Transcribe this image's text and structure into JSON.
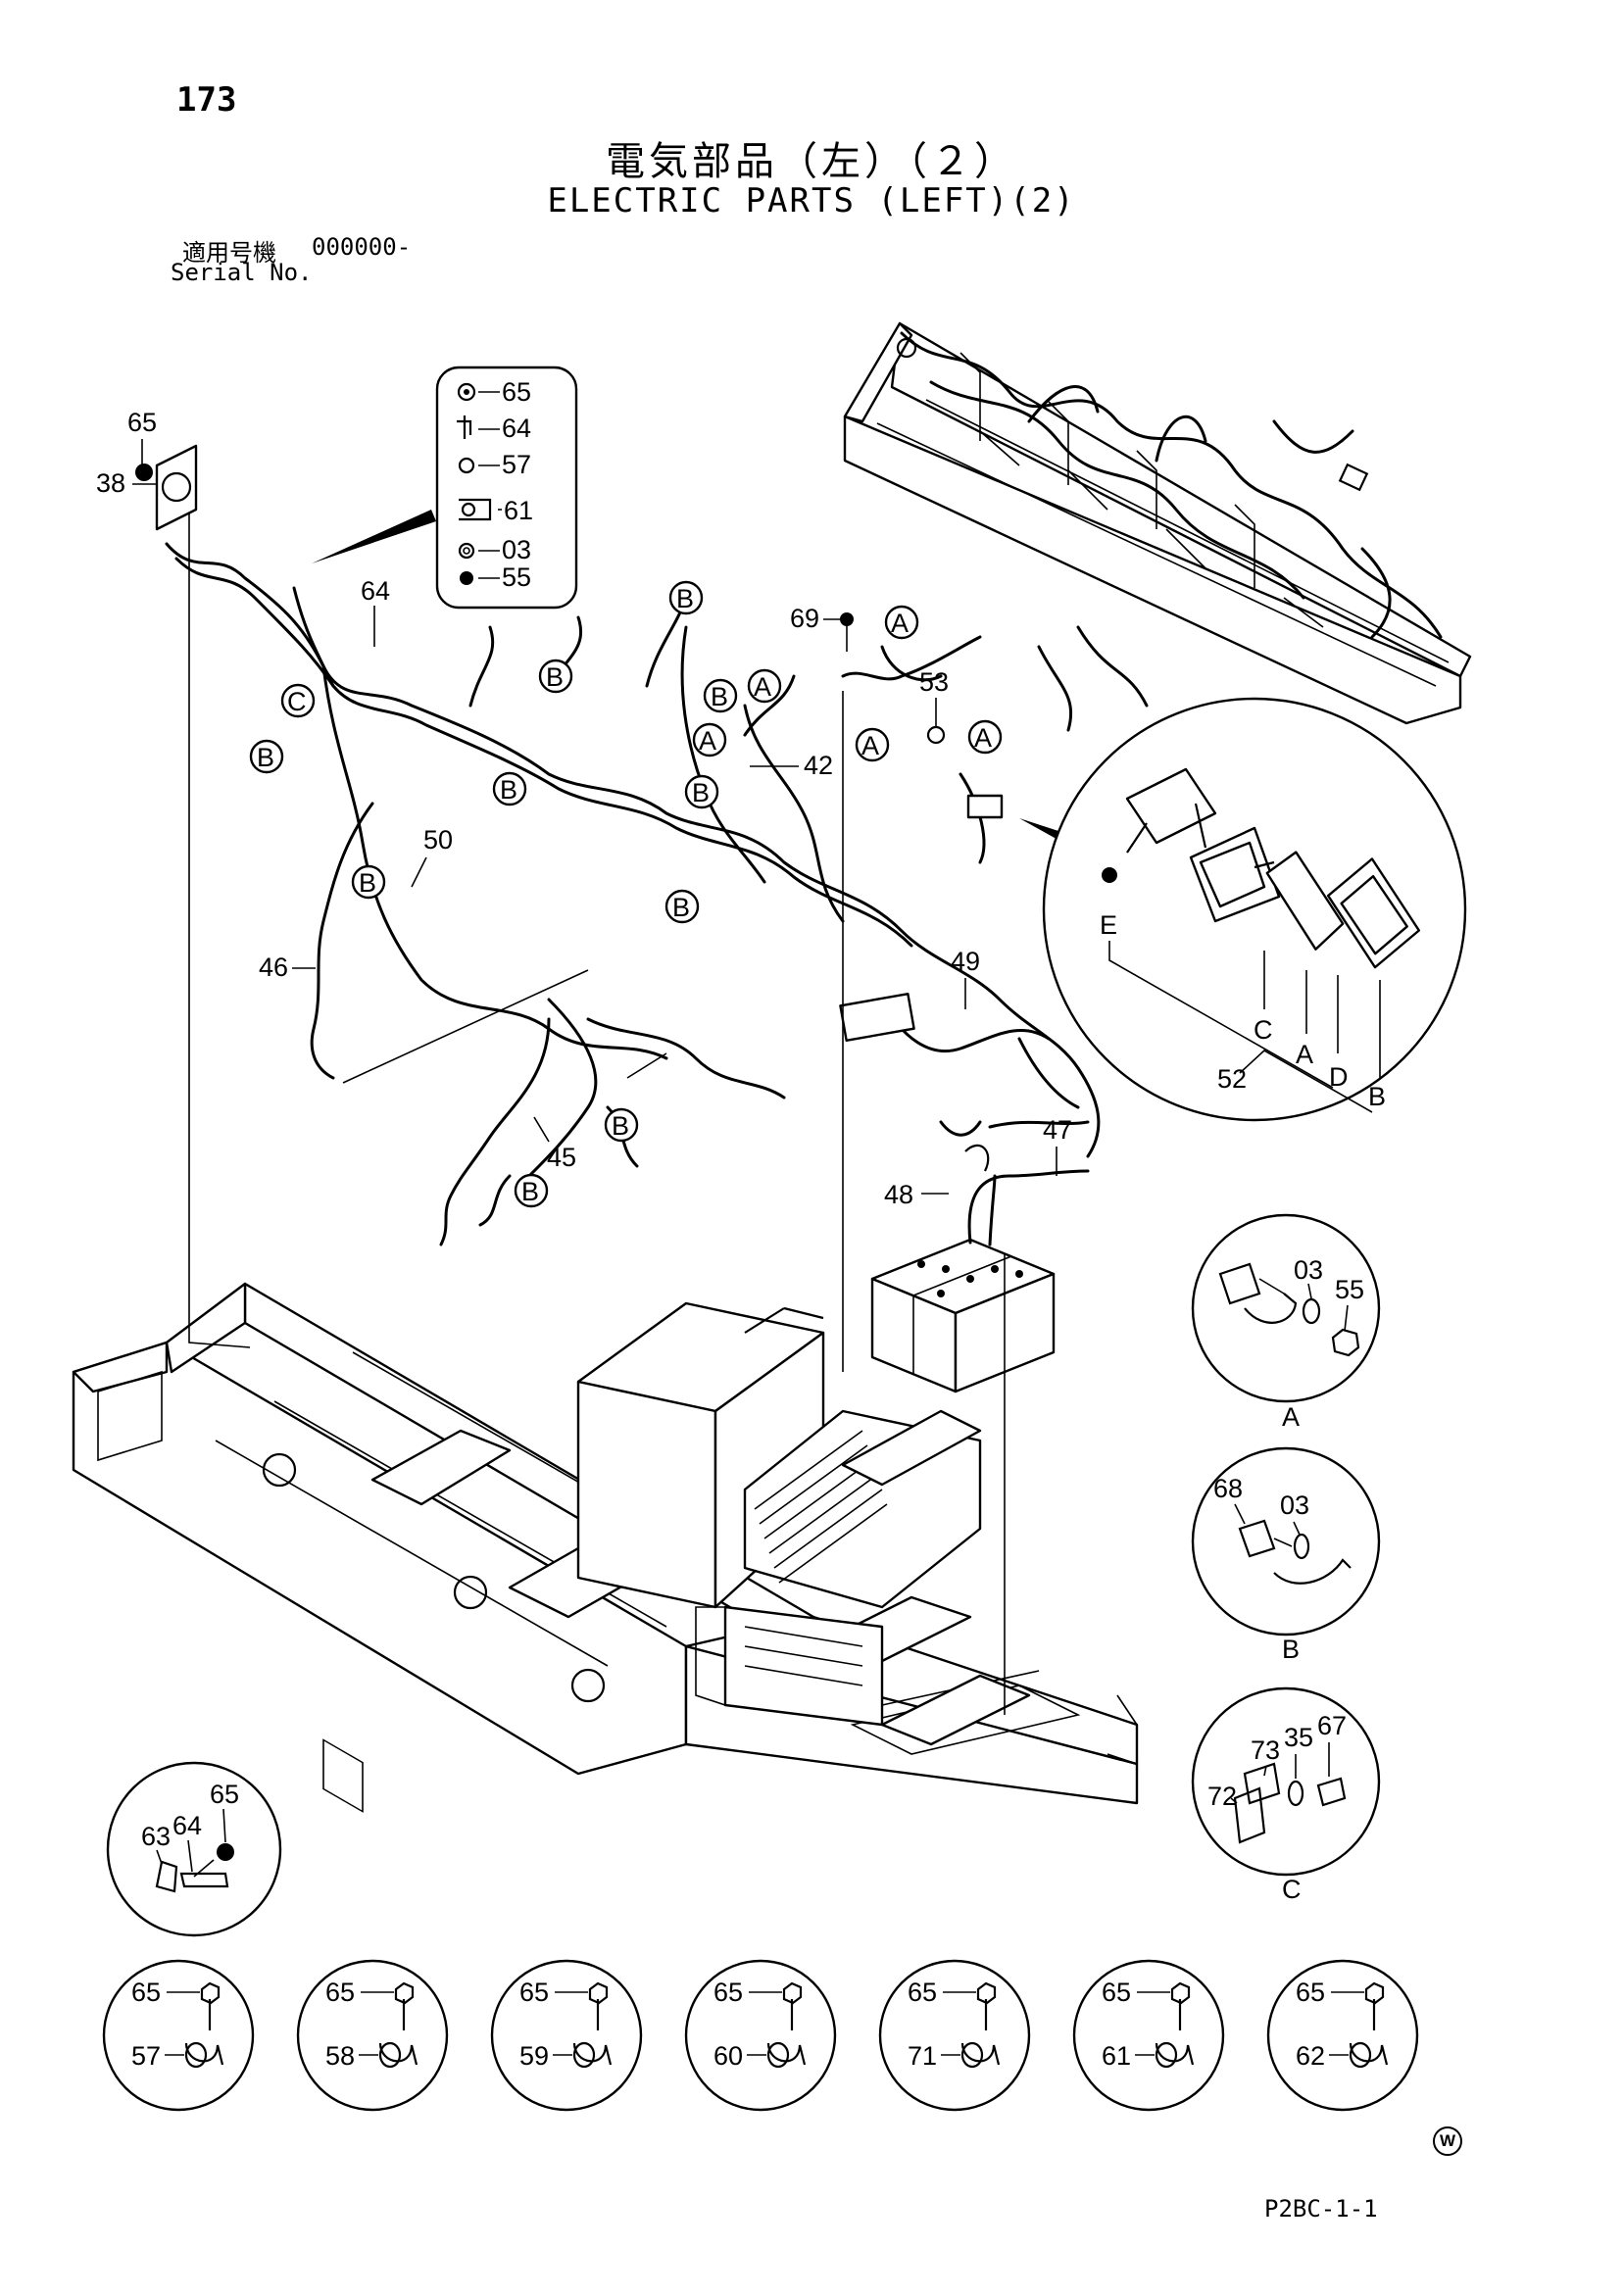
{
  "header": {
    "page_number": "173",
    "title_jp": "電気部品（左）（２）",
    "title_en": "ELECTRIC PARTS (LEFT)(2)",
    "serial_label_jp": "適用号機",
    "serial_value": "000000-",
    "serial_label_en": "Serial No."
  },
  "footer": {
    "doc_ref": "P2BC-1-1",
    "corner_mark": "W"
  },
  "callouts": {
    "c65": "65",
    "c38": "38",
    "c64": "64",
    "c50": "50",
    "c46": "46",
    "c45": "45",
    "c69": "69",
    "c42": "42",
    "c53": "53",
    "c49": "49",
    "c47": "47",
    "c48": "48",
    "c52": "52"
  },
  "legend": {
    "items": [
      "65",
      "64",
      "57",
      "61",
      "03",
      "55"
    ]
  },
  "circle_letters": {
    "A": "A",
    "B": "B",
    "C": "C",
    "D": "D",
    "E": "E"
  },
  "details": {
    "lamp": {
      "e": "E",
      "c": "C",
      "a": "A",
      "d": "D",
      "b": "B",
      "ref": "52"
    },
    "A": {
      "parts": [
        "03",
        "55"
      ],
      "label": "A"
    },
    "B": {
      "parts": [
        "68",
        "03"
      ],
      "label": "B"
    },
    "C": {
      "parts": [
        "73",
        "35",
        "67",
        "72"
      ],
      "label": "C"
    },
    "bracket": {
      "parts": [
        "63",
        "64",
        "65"
      ]
    },
    "clamps": [
      {
        "bolt": "65",
        "clamp": "57"
      },
      {
        "bolt": "65",
        "clamp": "58"
      },
      {
        "bolt": "65",
        "clamp": "59"
      },
      {
        "bolt": "65",
        "clamp": "60"
      },
      {
        "bolt": "65",
        "clamp": "71"
      },
      {
        "bolt": "65",
        "clamp": "61"
      },
      {
        "bolt": "65",
        "clamp": "62"
      }
    ]
  }
}
